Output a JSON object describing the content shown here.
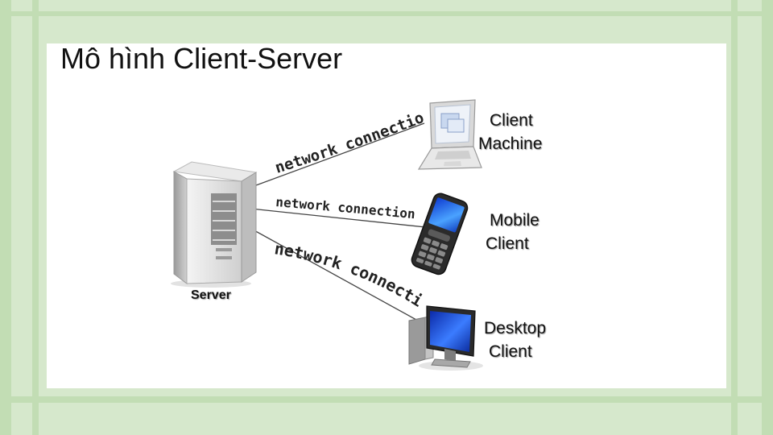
{
  "slide": {
    "title": "Mô hình Client-Server"
  },
  "diagram": {
    "server": {
      "label": "Server",
      "icon": "server-tower-icon"
    },
    "clients": [
      {
        "label_line1": "Client",
        "label_line2": "Machine",
        "icon": "laptop-icon"
      },
      {
        "label_line1": "Mobile",
        "label_line2": "Client",
        "icon": "mobile-phone-icon"
      },
      {
        "label_line1": "Desktop",
        "label_line2": "Client",
        "icon": "desktop-monitor-icon"
      }
    ],
    "connections": [
      {
        "label": "network connection"
      },
      {
        "label": "network connection"
      },
      {
        "label": "network connection"
      }
    ]
  },
  "colors": {
    "frame": "#d6e8cc",
    "frame_stripe": "#c2ddb4",
    "screen_blue": "#1f4fd6"
  }
}
